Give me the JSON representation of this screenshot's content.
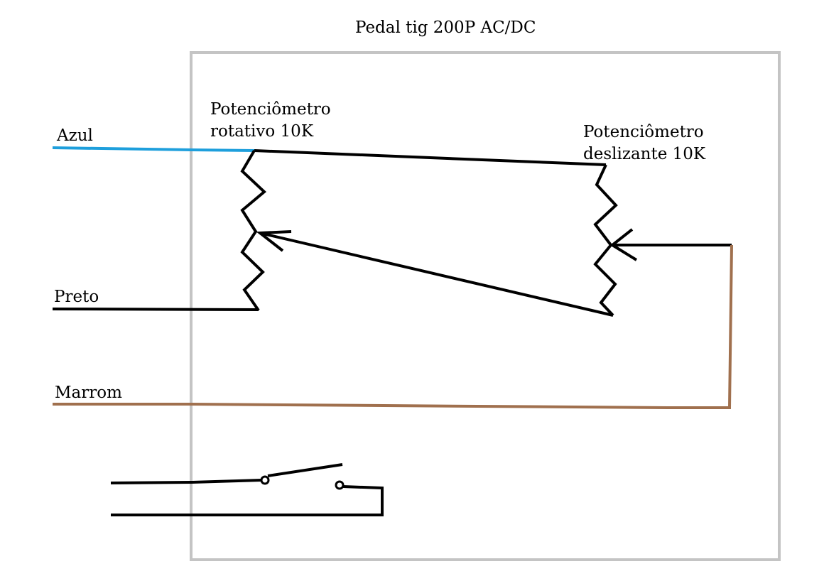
{
  "title": "Pedal tig 200P AC/DC",
  "components": {
    "rotary_pot": {
      "line1": "Potenciômetro",
      "line2": "rotativo 10K"
    },
    "slide_pot": {
      "line1": "Potenciômetro",
      "line2": "deslizante 10K"
    }
  },
  "wires": {
    "azul": {
      "label": "Azul",
      "color": "#1e9fdc"
    },
    "preto": {
      "label": "Preto",
      "color": "#000000"
    },
    "marrom": {
      "label": "Marrom",
      "color": "#a0704e"
    }
  },
  "colors": {
    "enclosure": "#c4c4c4",
    "wire_black": "#000000"
  }
}
